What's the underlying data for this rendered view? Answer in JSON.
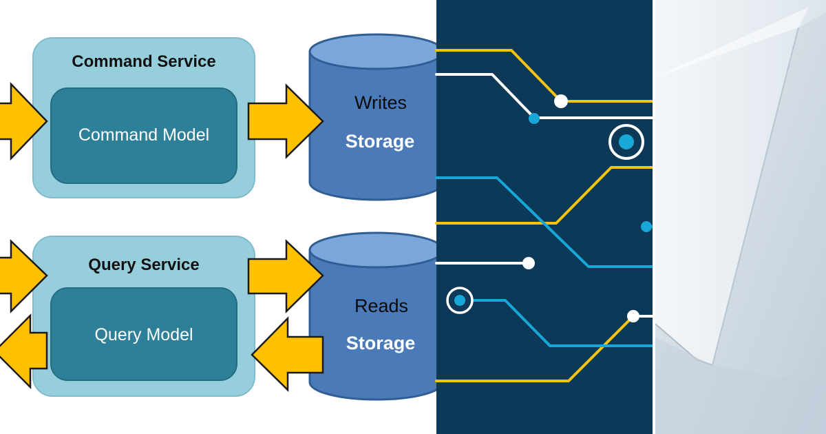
{
  "diagram": {
    "command_service": {
      "title": "Command Service",
      "model": "Command Model"
    },
    "query_service": {
      "title": "Query Service",
      "model": "Query Model"
    },
    "writes_storage": {
      "line1": "Writes",
      "line2": "Storage"
    },
    "reads_storage": {
      "line1": "Reads",
      "line2": "Storage"
    }
  },
  "colors": {
    "service_box": "#96cfdb",
    "model_box": "#2e7f98",
    "arrow": "#ffc000",
    "cylinder_body": "#4a7ab8",
    "cylinder_top": "#7aa6dc",
    "circuit_bg": "#0c3957",
    "circuit_yellow": "#f2c40f",
    "circuit_blue": "#18a8d8",
    "circuit_white": "#ffffff",
    "paper_bg": "#cdd7e0"
  }
}
